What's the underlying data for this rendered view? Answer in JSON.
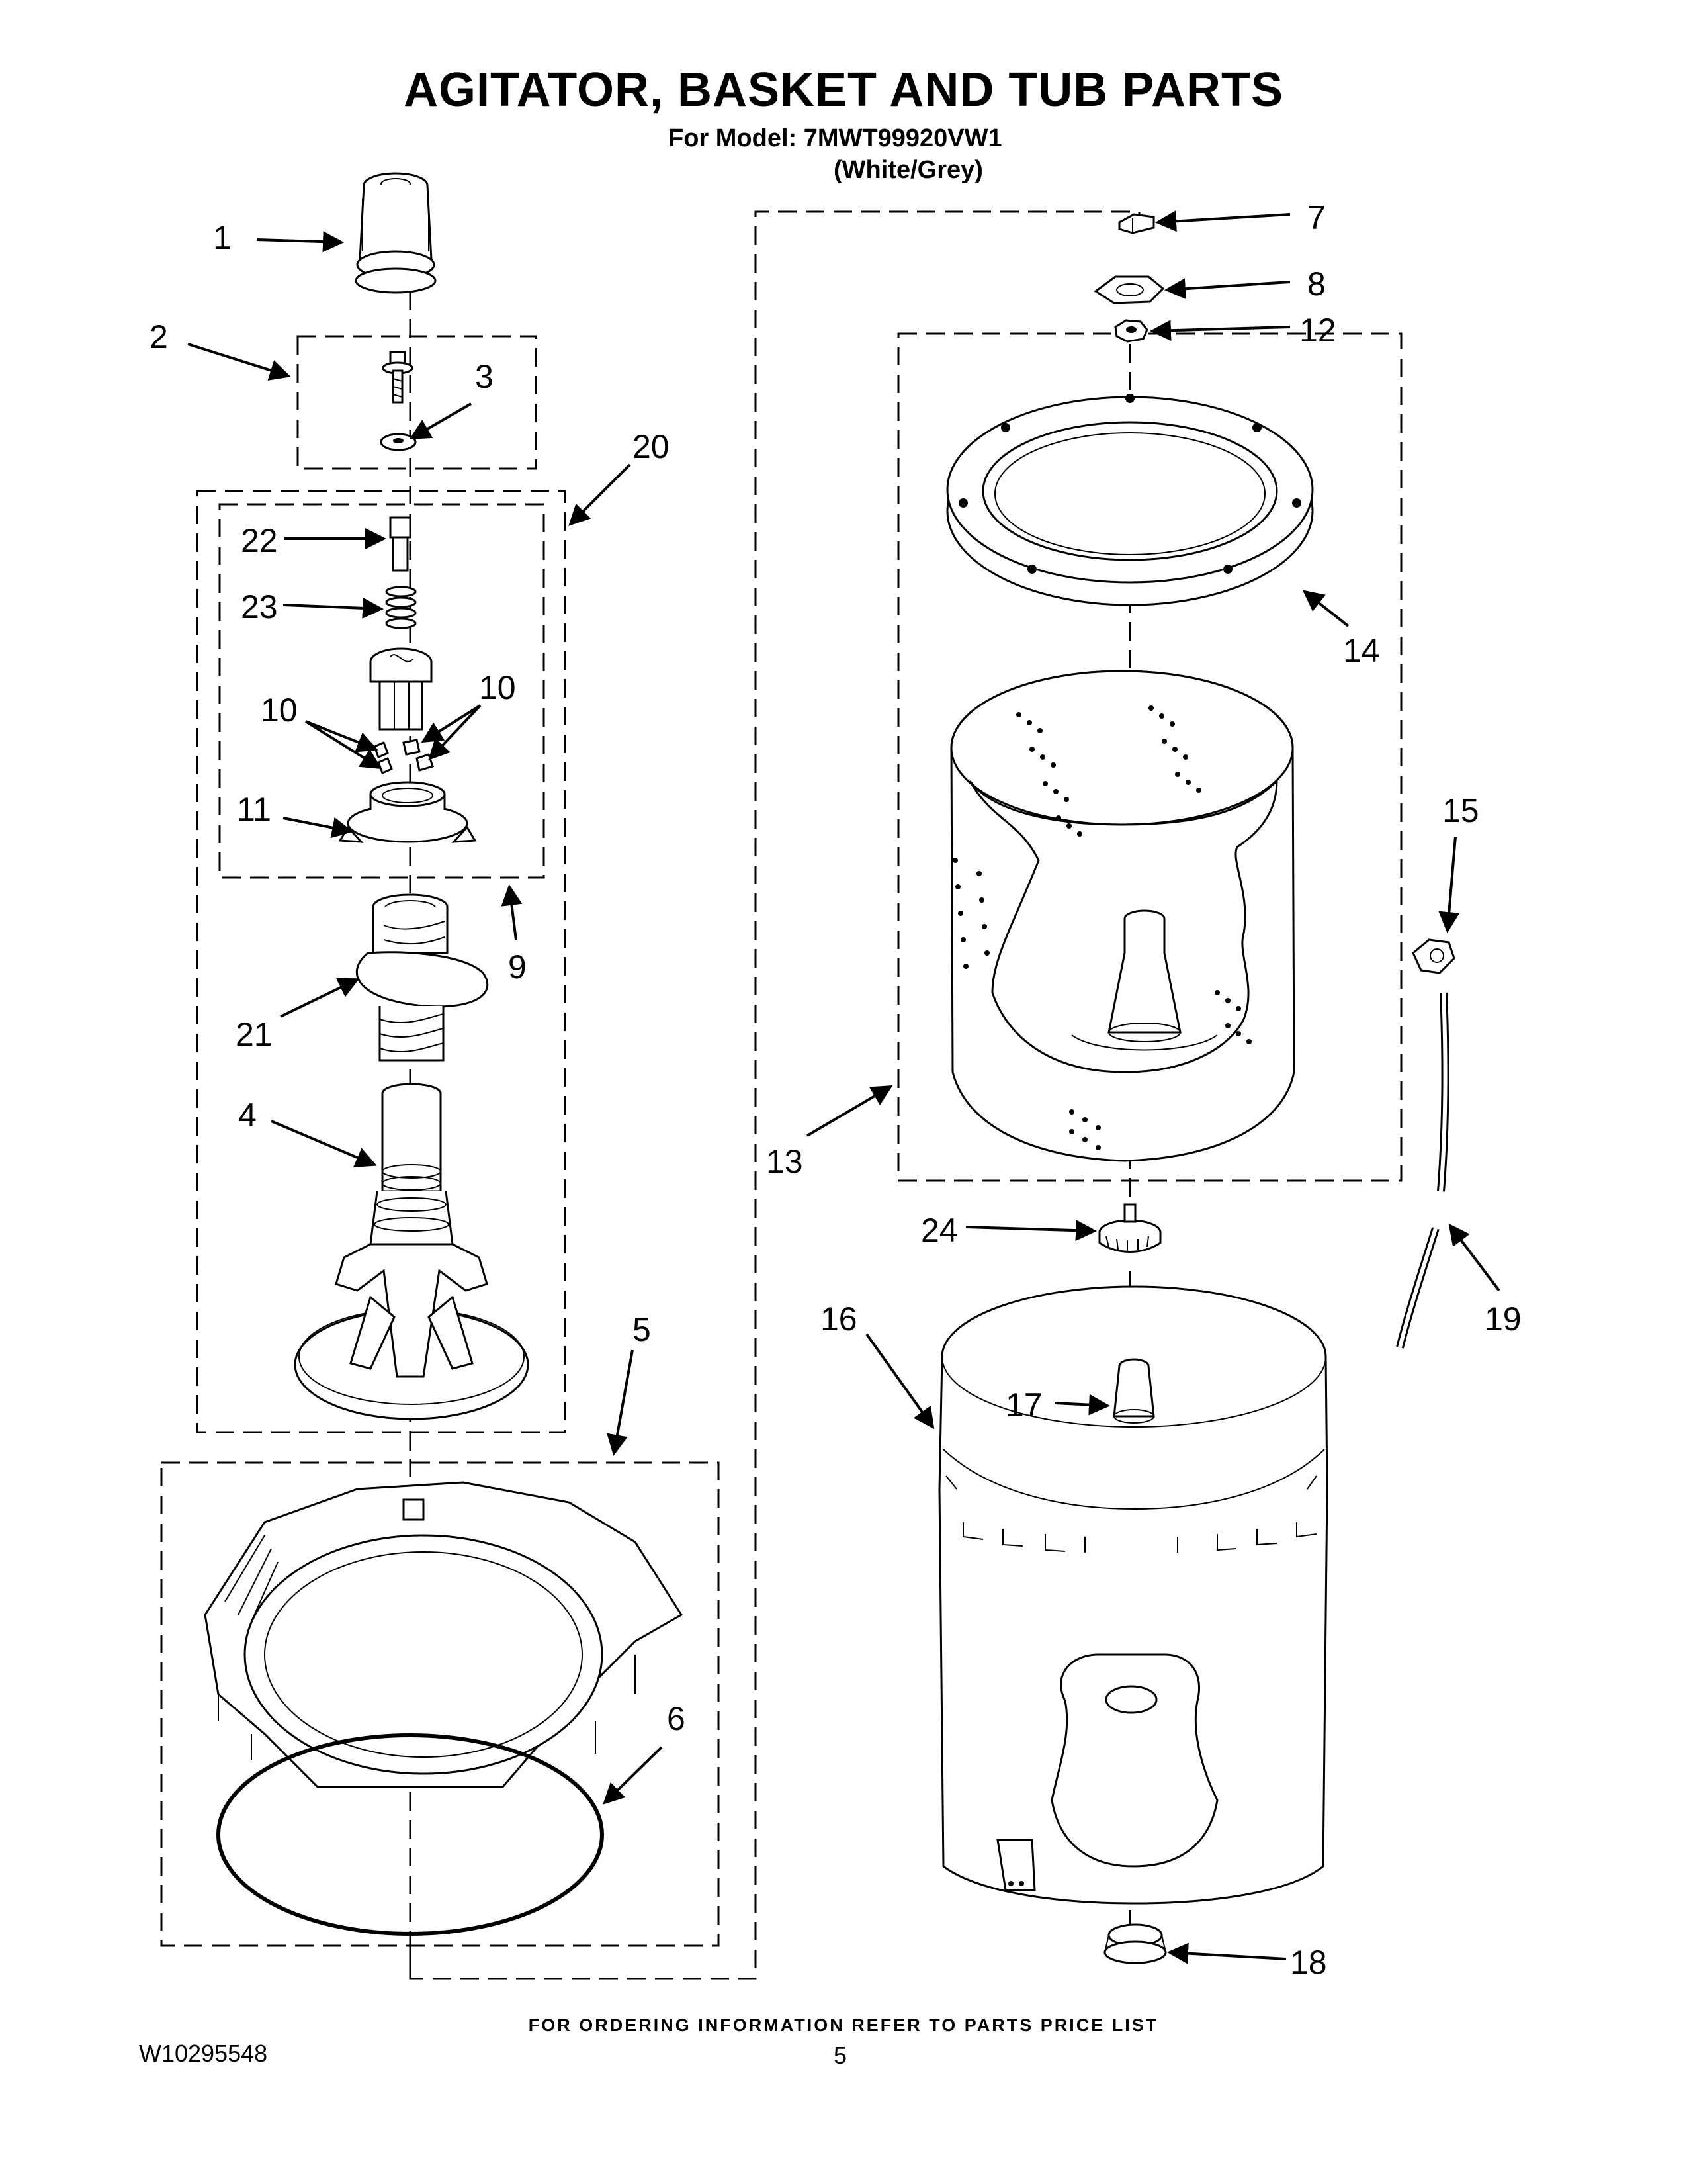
{
  "header": {
    "title": "AGITATOR, BASKET AND TUB PARTS",
    "model_line": "For Model: 7MWT99920VW1",
    "color_line": "(White/Grey)"
  },
  "callouts": {
    "c1": "1",
    "c2": "2",
    "c3": "3",
    "c4": "4",
    "c5": "5",
    "c6": "6",
    "c7": "7",
    "c8": "8",
    "c9": "9",
    "c10a": "10",
    "c10b": "10",
    "c11": "11",
    "c12": "12",
    "c13": "13",
    "c14": "14",
    "c15": "15",
    "c16": "16",
    "c17": "17",
    "c18": "18",
    "c19": "19",
    "c20": "20",
    "c21": "21",
    "c22": "22",
    "c23": "23",
    "c24": "24"
  },
  "footer": {
    "ordering_note": "FOR ORDERING INFORMATION REFER TO PARTS PRICE LIST",
    "document_number": "W10295548",
    "page_number": "5"
  }
}
